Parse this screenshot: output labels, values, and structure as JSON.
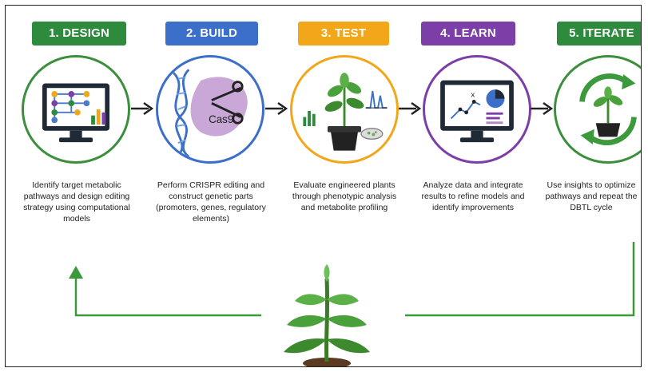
{
  "steps": [
    {
      "label": "1. DESIGN",
      "color": "#2e8b3e",
      "icon": "computer-network-icon",
      "desc": "Identify target metabolic pathways and design editing strategy using computational models"
    },
    {
      "label": "2. BUILD",
      "color": "#3b6fc9",
      "icon": "dna-scissors-icon",
      "desc": "Perform CRISPR editing and construct genetic parts (promoters, genes, regulatory elements)"
    },
    {
      "label": "3. TEST",
      "color": "#f2a71b",
      "icon": "plant-test-icon",
      "desc": "Evaluate engineered plants through phenotypic analysis and metabolite profiling"
    },
    {
      "label": "4. LEARN",
      "color": "#7b3fa7",
      "icon": "monitor-analytics-icon",
      "desc": "Analyze data and integrate results to refine models and identify improvements"
    },
    {
      "label": "5. ITERATE",
      "color": "#2e8b3e",
      "icon": "cycle-plant-icon",
      "desc": "Use insights to optimize pathways and repeat the DBTL cycle"
    }
  ],
  "build_icon_text": "Cas9",
  "loop_color": "#3a9a3a"
}
